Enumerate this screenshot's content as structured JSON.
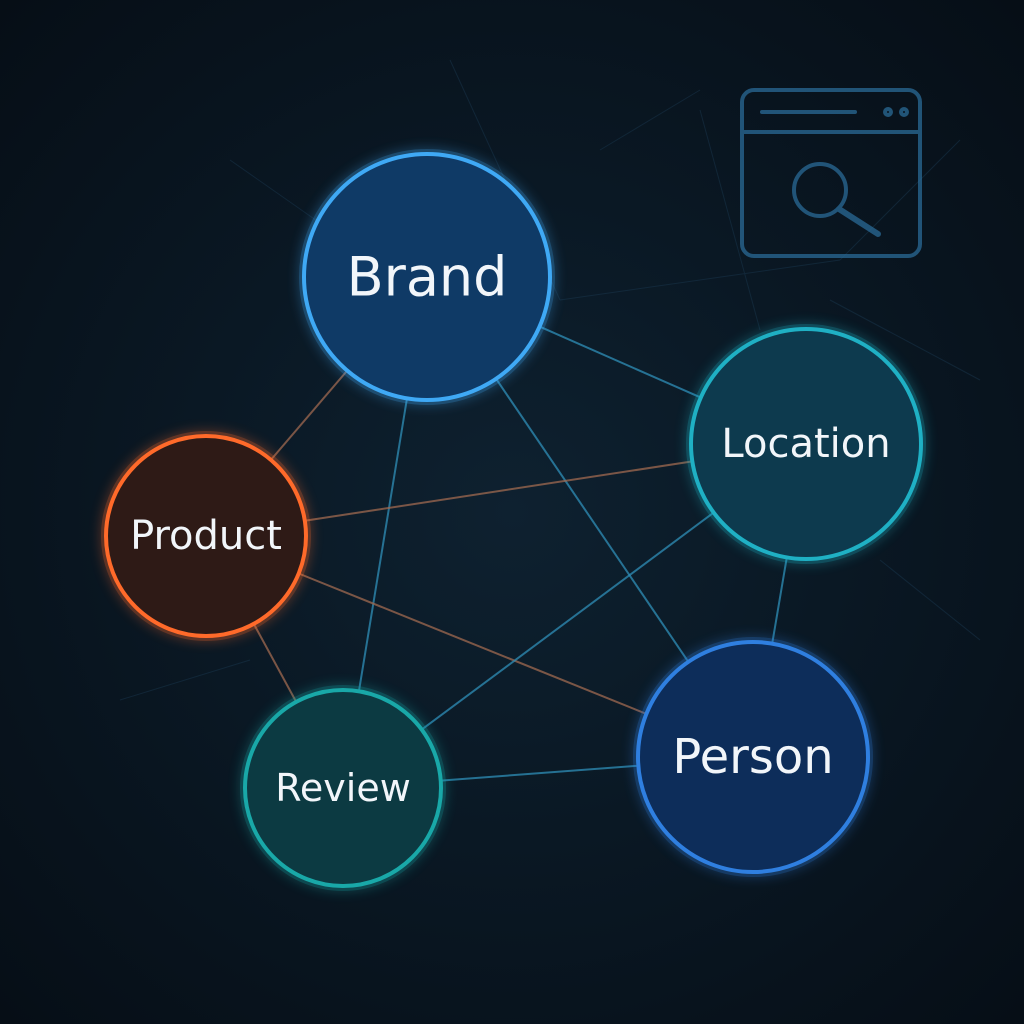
{
  "diagram": {
    "nodes": [
      {
        "id": "brand",
        "label": "Brand",
        "stroke": "#3fa9f5",
        "fill": "#0f3a66"
      },
      {
        "id": "product",
        "label": "Product",
        "stroke": "#ff6a2a",
        "fill": "#2e1a16"
      },
      {
        "id": "location",
        "label": "Location",
        "stroke": "#1fb0c4",
        "fill": "#0d3a4e"
      },
      {
        "id": "review",
        "label": "Review",
        "stroke": "#19a8a8",
        "fill": "#0c3a42"
      },
      {
        "id": "person",
        "label": "Person",
        "stroke": "#2f7fe0",
        "fill": "#0d2d5a"
      }
    ],
    "edges": [
      [
        "brand",
        "product"
      ],
      [
        "brand",
        "location"
      ],
      [
        "brand",
        "person"
      ],
      [
        "brand",
        "review"
      ],
      [
        "product",
        "location"
      ],
      [
        "product",
        "person"
      ],
      [
        "product",
        "review"
      ],
      [
        "location",
        "review"
      ],
      [
        "location",
        "person"
      ],
      [
        "review",
        "person"
      ]
    ],
    "icons": [
      {
        "name": "browser-search-icon",
        "color": "#2a6a96"
      }
    ],
    "colors": {
      "edge_blue": "#2f8fb8",
      "edge_orange": "#a06a50"
    }
  }
}
